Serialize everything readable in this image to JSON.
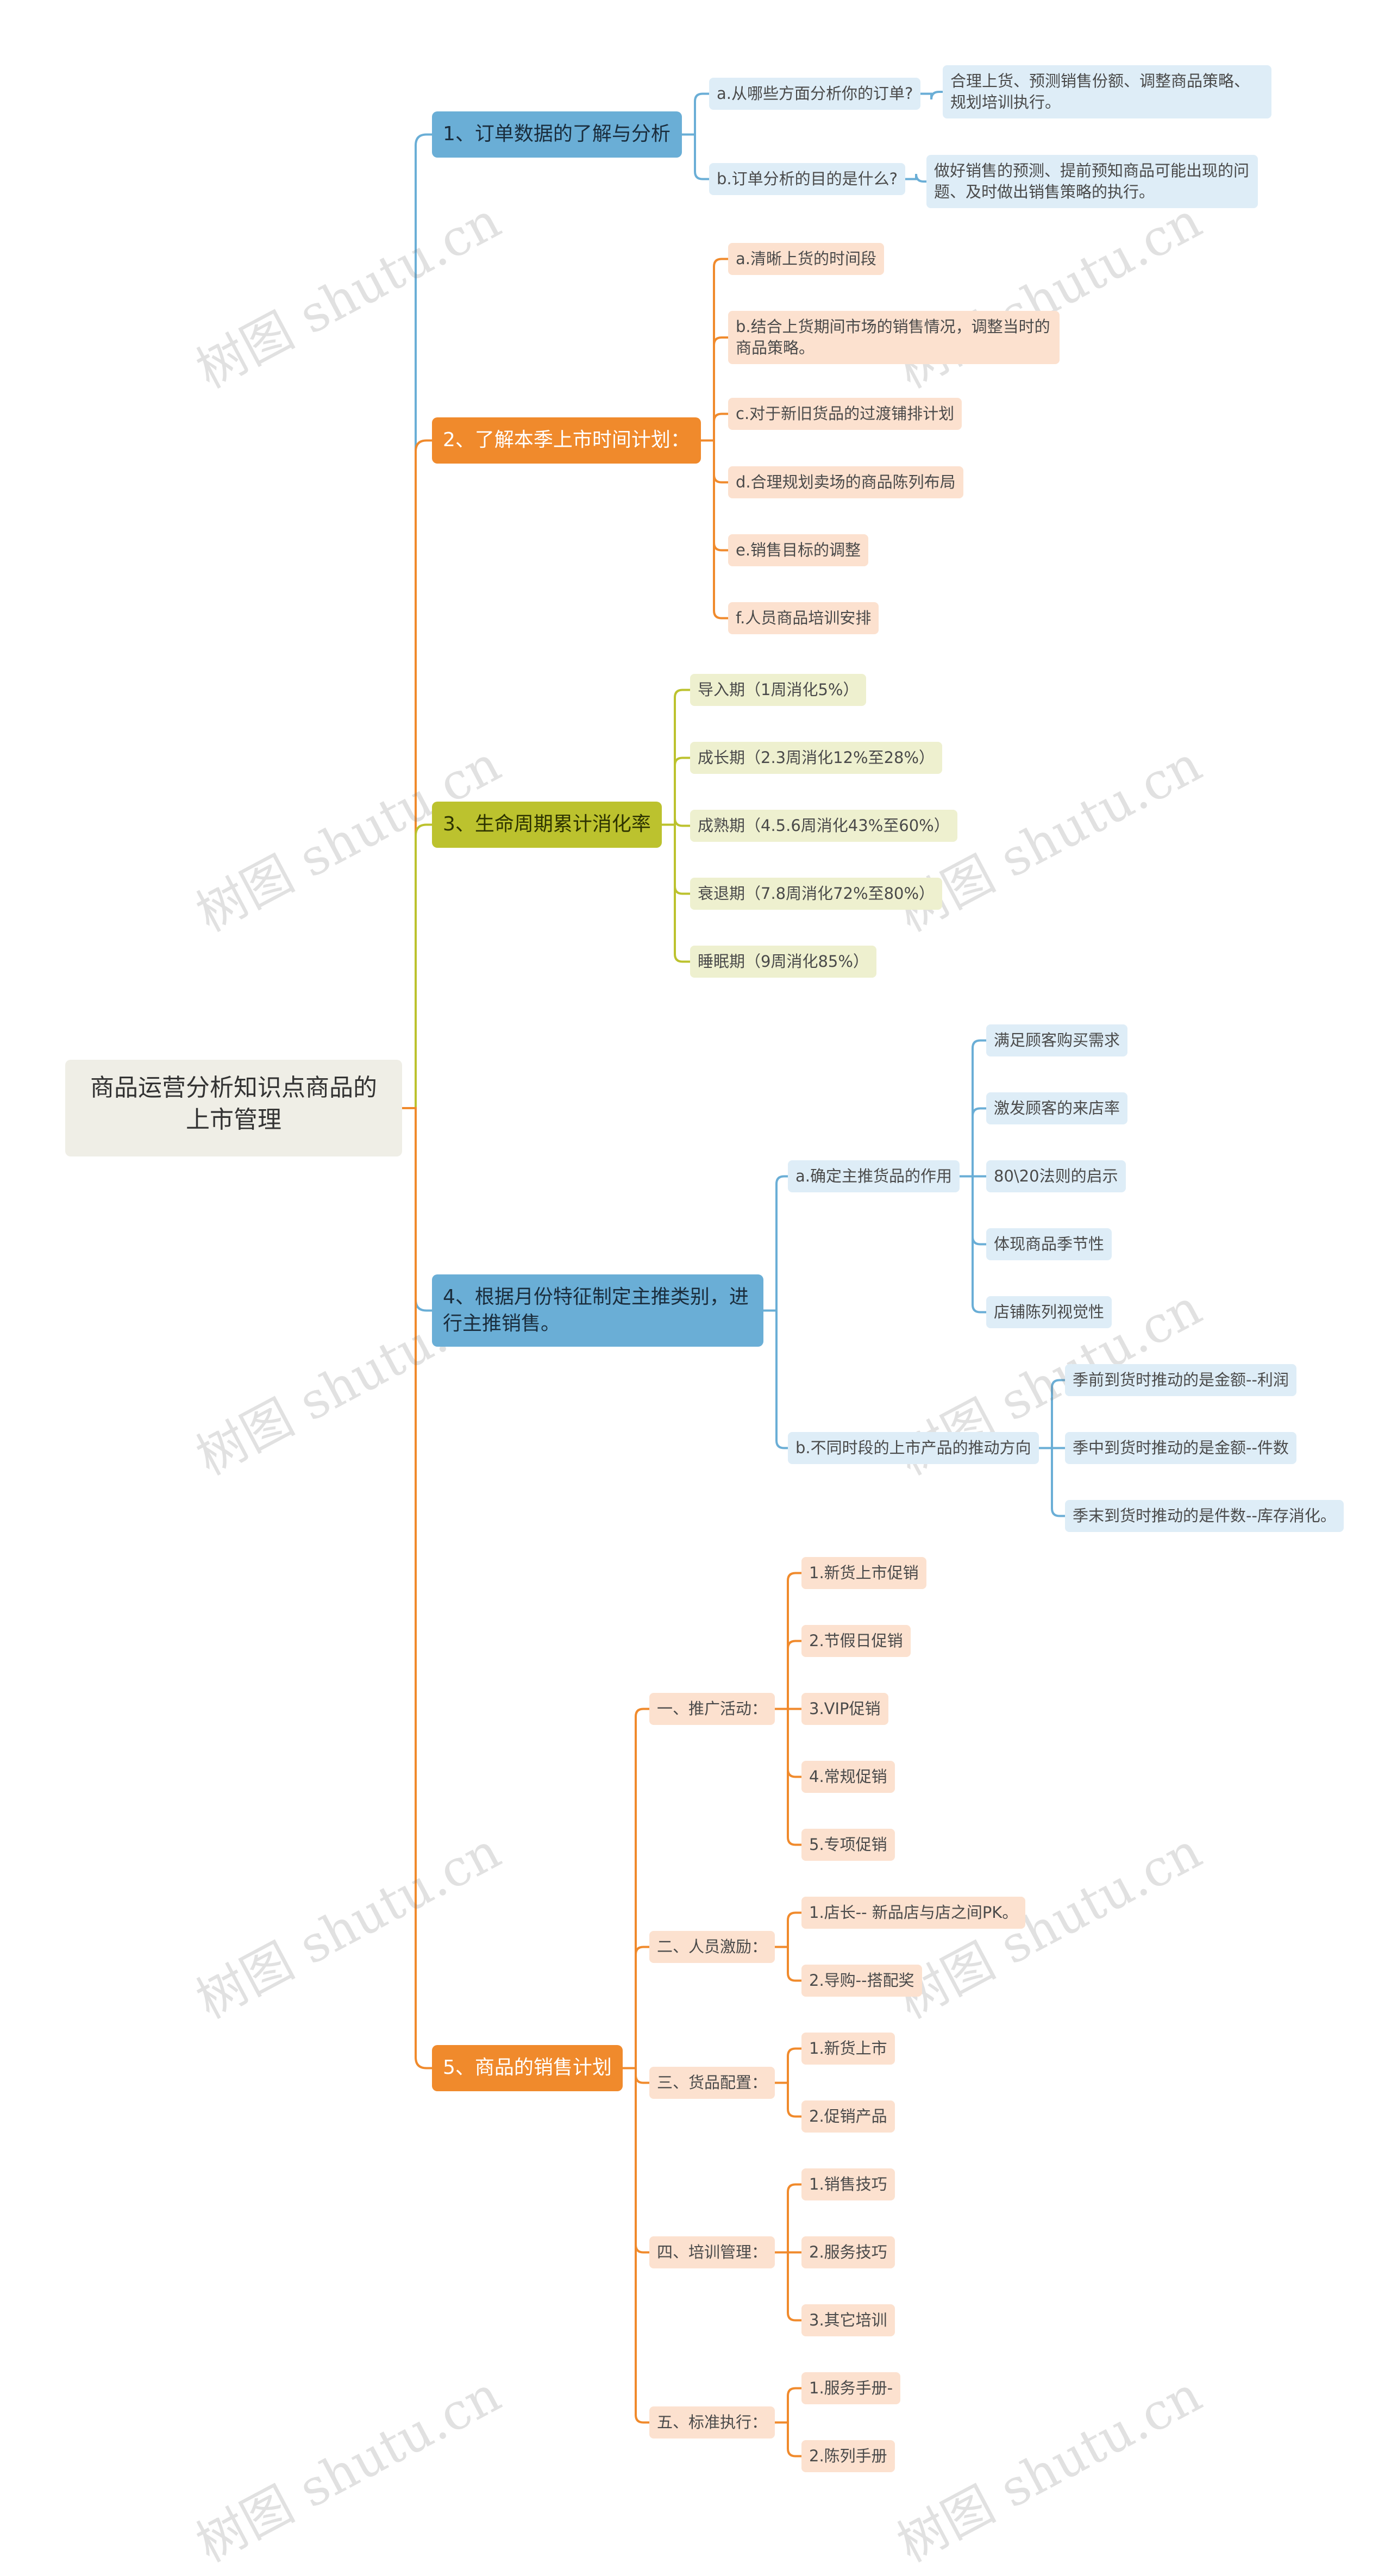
{
  "title": "商品运营分析知识点商品的上市管理",
  "watermark": "树图 shutu.cn",
  "colors": {
    "blue": "#6aaed6",
    "orange": "#f08a2c",
    "olive": "#bcc22e",
    "root_bg": "#efeee6"
  },
  "branches": {
    "b1": {
      "label": "1、订单数据的了解与分析",
      "q1": "a.从哪些方面分析你的订单?",
      "a1": "合理上货、预测销售份额、调整商品策略、规划培训执行。",
      "q2": "b.订单分析的目的是什么?",
      "a2": "做好销售的预测、提前预知商品可能出现的问题、及时做出销售策略的执行。"
    },
    "b2": {
      "label": "2、了解本季上市时间计划：",
      "items": [
        "a.清晰上货的时间段",
        "b.结合上货期间市场的销售情况，调整当时的商品策略。",
        "c.对于新旧货品的过渡铺排计划",
        "d.合理规划卖场的商品陈列布局",
        "e.销售目标的调整",
        "f.人员商品培训安排"
      ]
    },
    "b3": {
      "label": "3、生命周期累计消化率",
      "items": [
        "导入期（1周消化5%）",
        "成长期（2.3周消化12%至28%）",
        "成熟期（4.5.6周消化43%至60%）",
        "衰退期（7.8周消化72%至80%）",
        "睡眠期（9周消化85%）"
      ]
    },
    "b4": {
      "label": "4、根据月份特征制定主推类别，进行主推销售。",
      "sub_a": "a.确定主推货品的作用",
      "sub_a_items": [
        "满足顾客购买需求",
        "激发顾客的来店率",
        "80\\20法则的启示",
        "体现商品季节性",
        "店铺陈列视觉性"
      ],
      "sub_b": "b.不同时段的上市产品的推动方向",
      "sub_b_items": [
        "季前到货时推动的是金额--利润",
        "季中到货时推动的是金额--件数",
        "季末到货时推动的是件数--库存消化。"
      ]
    },
    "b5": {
      "label": "5、商品的销售计划",
      "groups": [
        {
          "label": "一、推广活动：",
          "items": [
            "1.新货上市促销",
            "2.节假日促销",
            "3.VIP促销",
            "4.常规促销",
            "5.专项促销"
          ]
        },
        {
          "label": "二、人员激励：",
          "items": [
            "1.店长-- 新品店与店之间PK。",
            "2.导购--搭配奖"
          ]
        },
        {
          "label": "三、货品配置：",
          "items": [
            "1.新货上市",
            "2.促销产品"
          ]
        },
        {
          "label": "四、培训管理：",
          "items": [
            "1.销售技巧",
            "2.服务技巧",
            "3.其它培训"
          ]
        },
        {
          "label": "五、标准执行：",
          "items": [
            "1.服务手册-",
            "2.陈列手册"
          ]
        }
      ]
    }
  }
}
